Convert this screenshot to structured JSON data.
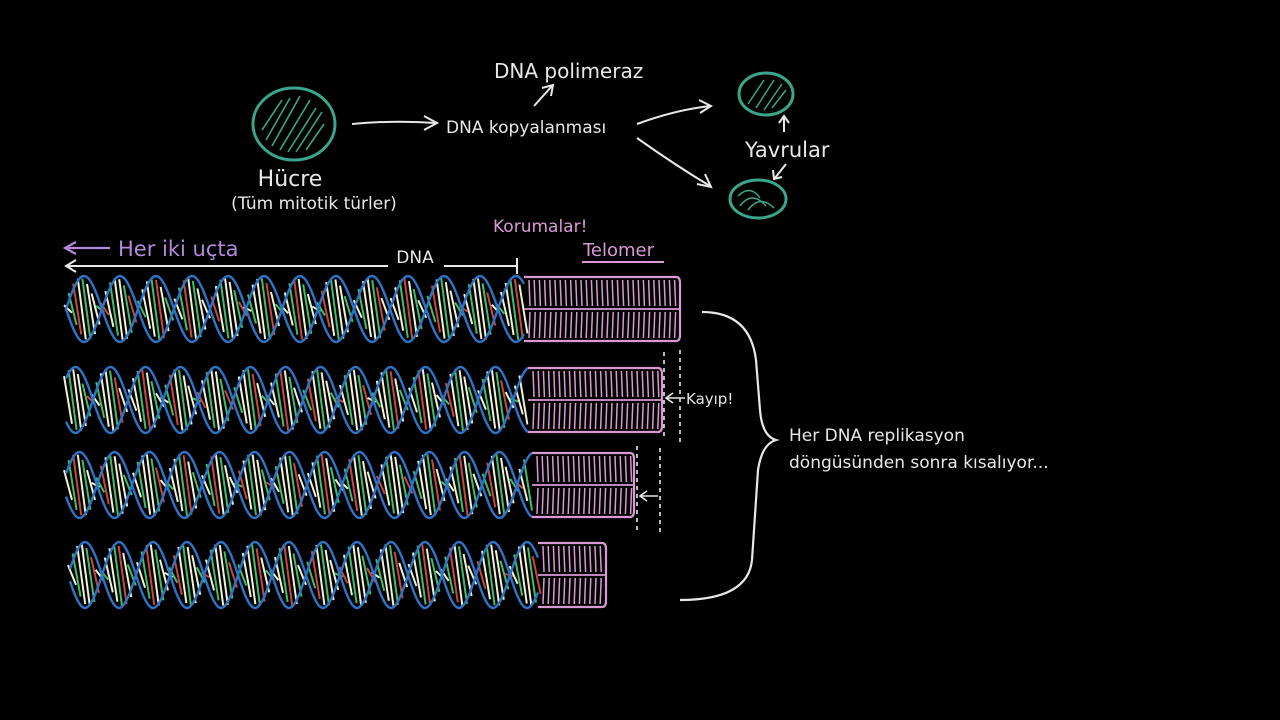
{
  "colors": {
    "background": "#000000",
    "chalk": "#e8e8e8",
    "cell": "#3aa58a",
    "pink": "#d99ad4",
    "helix": "#2f73c6",
    "base_green": "#3fbf6a",
    "base_red": "#c9473f",
    "base_white": "#eef3d8"
  },
  "top": {
    "cell_label": "Hücre",
    "cell_sublabel": "(Tüm mitotik türler)",
    "copy_label": "DNA kopyalanması",
    "polymerase_label": "DNA polimeraz",
    "offspring_label": "Yavrular"
  },
  "telomere": {
    "both_ends_label": "Her iki uçta",
    "dna_label": "DNA",
    "protects_label": "Korumalar!",
    "telomere_label": "Telomer",
    "lost_label": "Kayıp!",
    "shortening_line1": "Her DNA replikasyon",
    "shortening_line2": "döngüsünden sonra kısalıyor..."
  },
  "strands": [
    {
      "telomere_end": 680
    },
    {
      "telomere_end": 662
    },
    {
      "telomere_end": 634
    },
    {
      "telomere_end": 606
    }
  ]
}
